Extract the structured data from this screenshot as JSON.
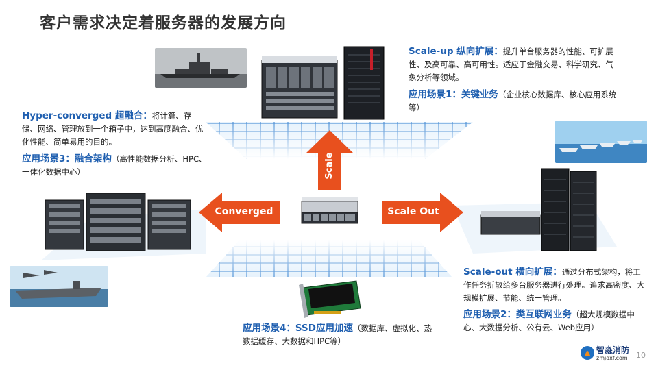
{
  "title": "客户需求决定着服务器的发展方向",
  "colors": {
    "accent": "#e8501e",
    "highlight": "#1f5fb0",
    "grid": "#2a77c9"
  },
  "arrows": {
    "up": "Scale Up",
    "left": "Converged",
    "right": "Scale Out"
  },
  "scale_up": {
    "heading": "Scale-up 纵向扩展：",
    "body": "提升单台服务器的性能、可扩展性、及高可靠、高可用性。适应于金融交易、科学研究、气象分析等领域。",
    "scenario_heading": "应用场景1：关键业务",
    "scenario_body": "（企业核心数据库、核心应用系统等）"
  },
  "hyper": {
    "heading": "Hyper-converged 超融合：",
    "body": "将计算、存储、网络、管理放到一个箱子中，达到高度融合、优化性能、简单易用的目的。",
    "scenario_heading": "应用场景3：融合架构",
    "scenario_body": "（高性能数据分析、HPC、一体化数据中心）"
  },
  "scale_out": {
    "heading": "Scale-out 横向扩展：",
    "body": "通过分布式架构，将工作任务折散给多台服务器进行处理。追求高密度、大规模扩展、节能、统一管理。",
    "scenario_heading": "应用场景2：类互联网业务",
    "scenario_body": "（超大规模数据中心、大数据分析、公有云、Web应用）"
  },
  "ssd": {
    "scenario_heading": "应用场景4：SSD应用加速",
    "scenario_body": "（数据库、虚拟化、热数据缓存、大数据和HPC等）"
  },
  "watermark": {
    "name": "智淼消防",
    "url": "zmjaxf.com"
  },
  "page_number": "10"
}
